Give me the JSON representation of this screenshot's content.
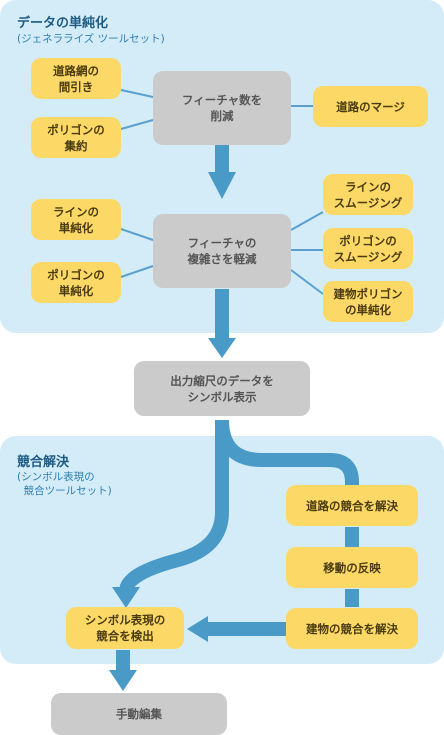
{
  "colors": {
    "region_bg": "#d3ecf8",
    "yellow": "#fcd967",
    "gray": "#cbcbcb",
    "arrow": "#4a9ac8",
    "connector": "#5b9fd0"
  },
  "regions": {
    "generalization": {
      "title": "データの単純化",
      "subtitle": "(ジェネラライズ ツールセット)"
    },
    "conflict": {
      "title": "競合解決",
      "subtitle": "(シンボル表現の\n  競合ツールセット)"
    }
  },
  "nodes": {
    "thin_features": "フィーチャ数を\n削減",
    "road_network_thin": "道路網の\n間引き",
    "aggregate_polygons": "ポリゴンの\n集約",
    "merge_roads": "道路のマージ",
    "simplify_features": "フィーチャの\n複雑さを軽減",
    "simplify_line": "ラインの\n単純化",
    "simplify_polygon": "ポリゴンの\n単純化",
    "smooth_line": "ラインの\nスムージング",
    "smooth_polygon": "ポリゴンの\nスムージング",
    "simplify_building": "建物ポリゴン\nの単純化",
    "display_at_scale": "出力縮尺のデータを\nシンボル表示",
    "resolve_road_conflicts": "道路の競合を解決",
    "propagate_displacement": "移動の反映",
    "resolve_building_conflicts": "建物の競合を解決",
    "detect_graphic_conflict": "シンボル表現の\n競合を検出",
    "manual_editing": "手動編集"
  }
}
